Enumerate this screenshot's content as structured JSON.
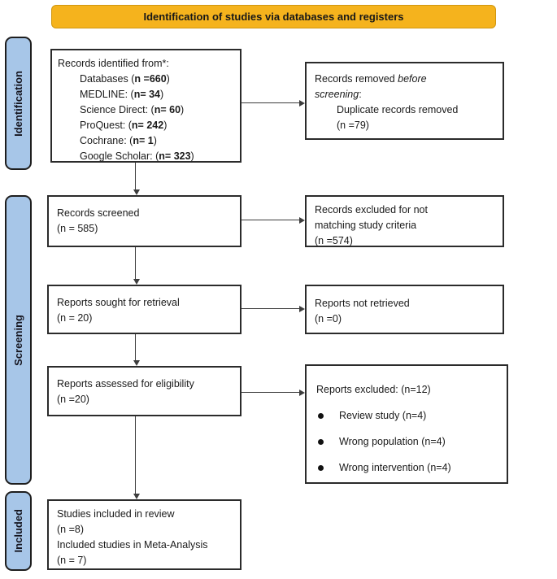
{
  "banner": {
    "title": "Identification of studies via databases and registers"
  },
  "sidebar": {
    "identification": "Identification",
    "screening": "Screening",
    "included": "Included"
  },
  "boxes": {
    "records_identified": {
      "title": "Records identified from*:",
      "items": [
        {
          "pre": "Databases (",
          "bold": "n =660",
          "post": ")"
        },
        {
          "pre": "MEDLINE: (",
          "bold": "n= 34",
          "post": ")"
        },
        {
          "pre": "Science Direct: (",
          "bold": "n= 60",
          "post": ")"
        },
        {
          "pre": "ProQuest: (",
          "bold": "n= 242",
          "post": ")"
        },
        {
          "pre": "Cochrane: (",
          "bold": "n= 1",
          "post": ")"
        },
        {
          "pre": "Google Scholar: (",
          "bold": "n= 323",
          "post": ")"
        }
      ]
    },
    "records_removed": {
      "line1_normal": "Records removed ",
      "line1_italic": "before",
      "line2_italic": "screening",
      "line2_normal": ":",
      "indent_line1": "Duplicate records removed",
      "indent_line2": "(n =79)"
    },
    "records_screened": {
      "line1": "Records screened",
      "line2": "(n = 585)"
    },
    "records_excluded": {
      "line1": "Records excluded for not",
      "line2": "matching study criteria",
      "line3": "(n =574)"
    },
    "reports_sought": {
      "line1": "Reports sought for retrieval",
      "line2": "(n = 20)"
    },
    "reports_not_retrieved": {
      "line1": "Reports not retrieved",
      "line2": "(n =0)"
    },
    "reports_assessed": {
      "line1": "Reports assessed for eligibility",
      "line2": "(n =20)"
    },
    "reports_excluded": {
      "title": "Reports excluded: (n=12)",
      "bullets": [
        "Review study (n=4)",
        "Wrong population (n=4)",
        "Wrong intervention (n=4)"
      ]
    },
    "studies_included": {
      "line1": "Studies included in review",
      "line2": "(n =8)",
      "line3": "Included studies in Meta-Analysis",
      "line4": "(n = 7)"
    }
  },
  "colors": {
    "banner_fill": "#F5B31D",
    "banner_border": "#D0960F",
    "sidebar_fill": "#A7C6E8",
    "sidebar_border": "#1E1E1E",
    "box_border": "#2B2B2B",
    "arrow": "#3D3D3D"
  }
}
